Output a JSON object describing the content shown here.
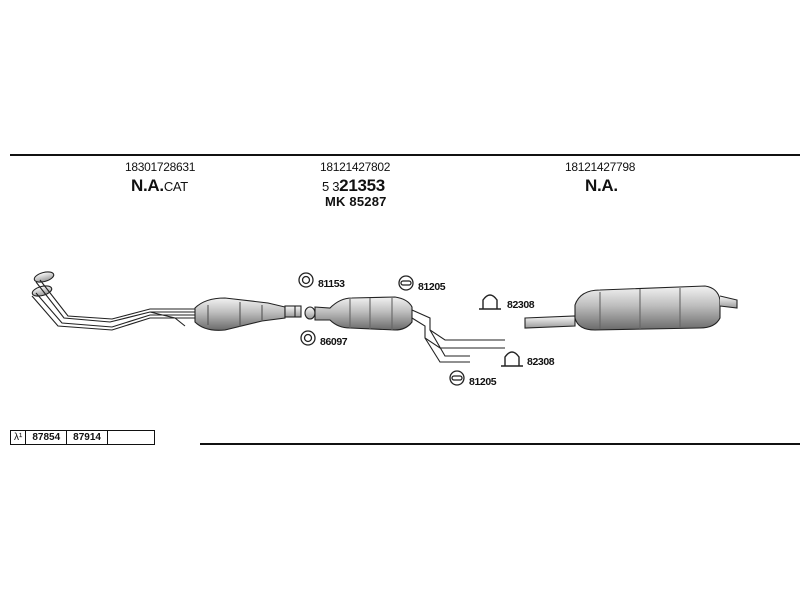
{
  "sections": [
    {
      "part_number": "18301728631",
      "title": "N.A.",
      "title_suffix": "CAT"
    },
    {
      "part_number": "18121427802",
      "code_prefix": "5 3",
      "code_main": "21353",
      "sub_code": "MK  85287"
    },
    {
      "part_number": "18121427798",
      "title": "N.A."
    }
  ],
  "fittings": [
    {
      "ref": "81153"
    },
    {
      "ref": "86097"
    },
    {
      "ref": "81205"
    },
    {
      "ref": "81205"
    },
    {
      "ref": "82308"
    },
    {
      "ref": "82308"
    }
  ],
  "lambda_table": {
    "symbol": "λ¹",
    "cells": [
      "87854",
      "87914",
      ""
    ]
  }
}
